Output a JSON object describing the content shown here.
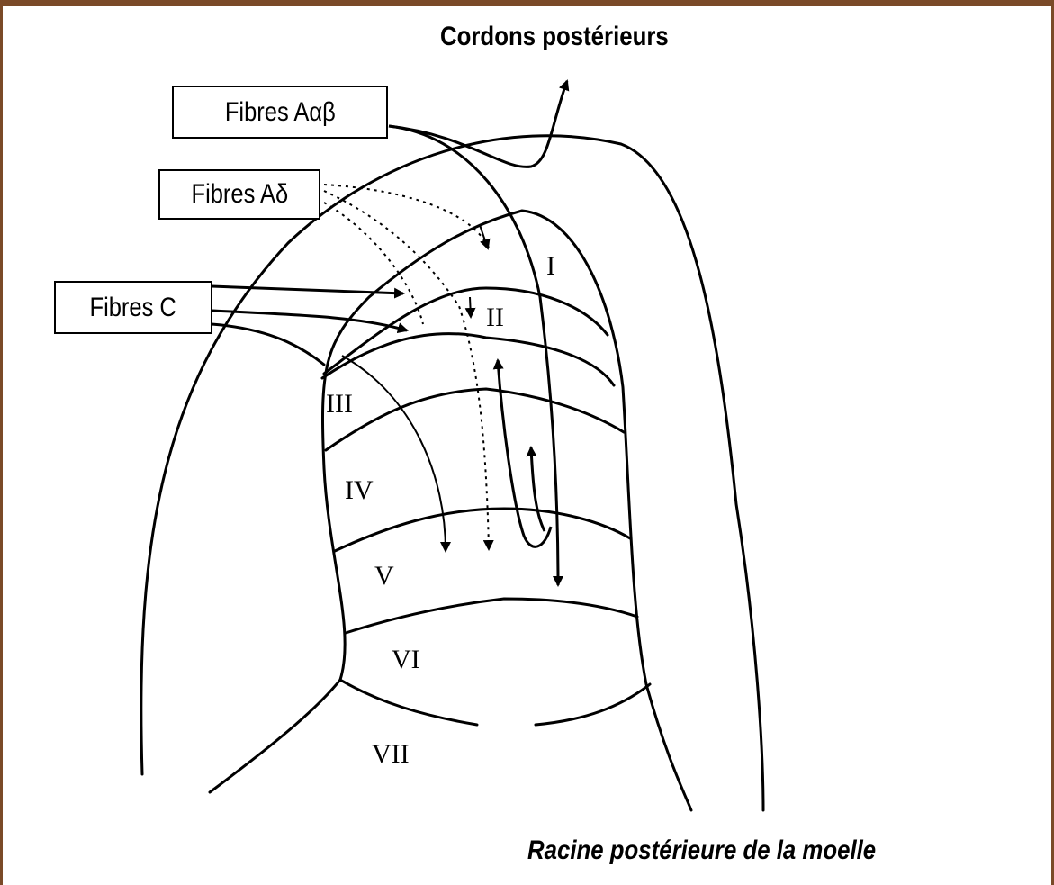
{
  "title": "Cordons postérieurs",
  "footer": "Racine postérieure de la moelle",
  "fibers": {
    "abeta": "Fibres Aαβ",
    "adelta": "Fibres Aδ",
    "c": "Fibres C"
  },
  "laminae": [
    "I",
    "II",
    "III",
    "IV",
    "V",
    "VI",
    "VII"
  ],
  "colors": {
    "frame": "#7a4a28",
    "ink": "#000000",
    "background": "#ffffff"
  }
}
